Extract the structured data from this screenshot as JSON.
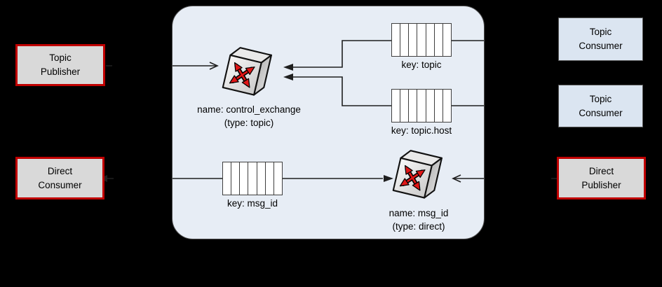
{
  "colors": {
    "background": "#000000",
    "broker_fill": "#e7edf5",
    "broker_border": "#4f4f4f",
    "red_border": "#c00000",
    "gray_node_fill": "#d9d9d9",
    "blue_node_fill": "#dbe5f1",
    "blue_node_border": "#5a5a5a",
    "line_color": "#1f1f1f",
    "exchange_red": "#e01717",
    "queue_fill": "#ffffff",
    "queue_border": "#3f3f3f",
    "text_color": "#000000"
  },
  "nodes": {
    "topic_publisher": {
      "label": "Topic\nPublisher",
      "variant": "red"
    },
    "direct_consumer": {
      "label": "Direct\nConsumer",
      "variant": "red"
    },
    "topic_consumer_1": {
      "label": "Topic\nConsumer",
      "variant": "blue"
    },
    "topic_consumer_2": {
      "label": "Topic\nConsumer",
      "variant": "blue"
    },
    "direct_publisher": {
      "label": "Direct\nPublisher",
      "variant": "red"
    }
  },
  "broker": {
    "topic_exchange": {
      "name_label": "name: control_exchange",
      "type_label": "(type: topic)"
    },
    "direct_exchange": {
      "name_label": "name: msg_id",
      "type_label": "(type: direct)"
    },
    "queues": {
      "topic": {
        "label": "key: topic",
        "cells": 7
      },
      "topic_host": {
        "label": "key: topic.host",
        "cells": 7
      },
      "msg_id": {
        "label": "key: msg_id",
        "cells": 7
      }
    }
  }
}
